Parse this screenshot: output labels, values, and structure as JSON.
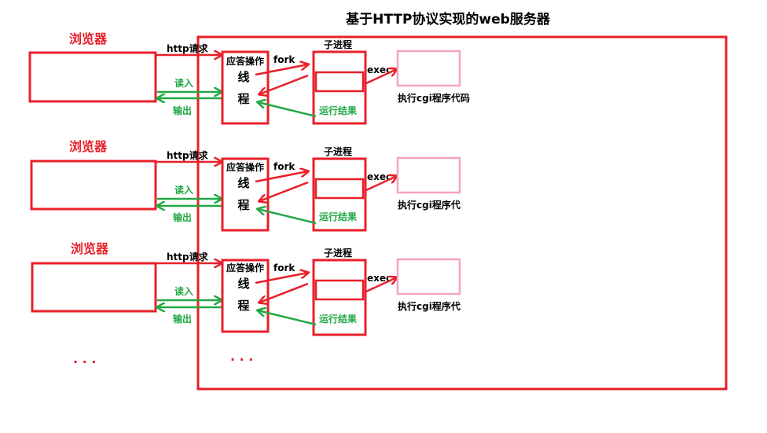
{
  "title": "基于HTTP协议实现的web服务器",
  "colors": {
    "red": "#e8202a",
    "green": "#22a845",
    "pink": "#f2a3c2",
    "black": "#000000"
  },
  "rows": [
    {
      "browser": "浏览器",
      "http_request": "http请求",
      "read": "读入",
      "output": "输出",
      "thread_line1": "应答操作",
      "thread_line2": "线",
      "thread_line3": "程",
      "fork": "fork",
      "child_process": "子进程",
      "exec": "exec",
      "run_result": "运行结果",
      "cgi_label": "执行cgi程序代码"
    },
    {
      "browser": "浏览器",
      "http_request": "http请求",
      "read": "读入",
      "output": "输出",
      "thread_line1": "应答操作",
      "thread_line2": "线",
      "thread_line3": "程",
      "fork": "fork",
      "child_process": "子进程",
      "exec": "exec",
      "run_result": "运行结果",
      "cgi_label": "执行cgi程序代"
    },
    {
      "browser": "浏览器",
      "http_request": "http请求",
      "read": "读入",
      "output": "输出",
      "thread_line1": "应答操作",
      "thread_line2": "线",
      "thread_line3": "程",
      "fork": "fork",
      "child_process": "子进程",
      "exec": "exec",
      "run_result": "运行结果",
      "cgi_label": "执行cgi程序代"
    }
  ],
  "ellipsis_left": ". . .",
  "ellipsis_mid": ". . ."
}
